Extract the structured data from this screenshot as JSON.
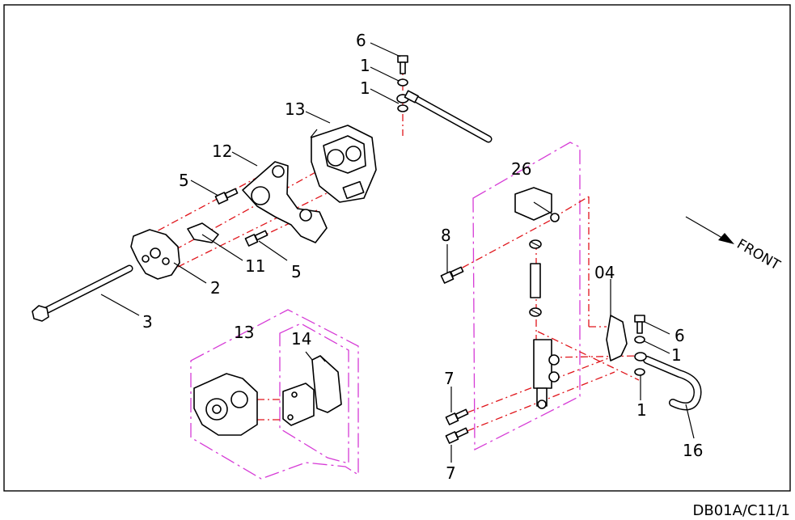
{
  "drawing_code": "DB01A/C11/1",
  "direction_label": "FRONT",
  "colors": {
    "leader_line": "#e0151b",
    "group_outline": "#d63bd6",
    "line_art": "#000000"
  },
  "callouts": [
    {
      "id": "cal-6-top",
      "text": "6"
    },
    {
      "id": "cal-1-top-a",
      "text": "1"
    },
    {
      "id": "cal-1-top-b",
      "text": "1"
    },
    {
      "id": "cal-13-top",
      "text": "13"
    },
    {
      "id": "cal-12",
      "text": "12"
    },
    {
      "id": "cal-5-left",
      "text": "5"
    },
    {
      "id": "cal-11",
      "text": "11"
    },
    {
      "id": "cal-5-right",
      "text": "5"
    },
    {
      "id": "cal-2",
      "text": "2"
    },
    {
      "id": "cal-3",
      "text": "3"
    },
    {
      "id": "cal-13-lower",
      "text": "13"
    },
    {
      "id": "cal-14",
      "text": "14"
    },
    {
      "id": "cal-26",
      "text": "26"
    },
    {
      "id": "cal-8",
      "text": "8"
    },
    {
      "id": "cal-04",
      "text": "04"
    },
    {
      "id": "cal-6-right",
      "text": "6"
    },
    {
      "id": "cal-1-right-a",
      "text": "1"
    },
    {
      "id": "cal-1-right-b",
      "text": "1"
    },
    {
      "id": "cal-7-top",
      "text": "7"
    },
    {
      "id": "cal-7-bottom",
      "text": "7"
    },
    {
      "id": "cal-16",
      "text": "16"
    }
  ]
}
